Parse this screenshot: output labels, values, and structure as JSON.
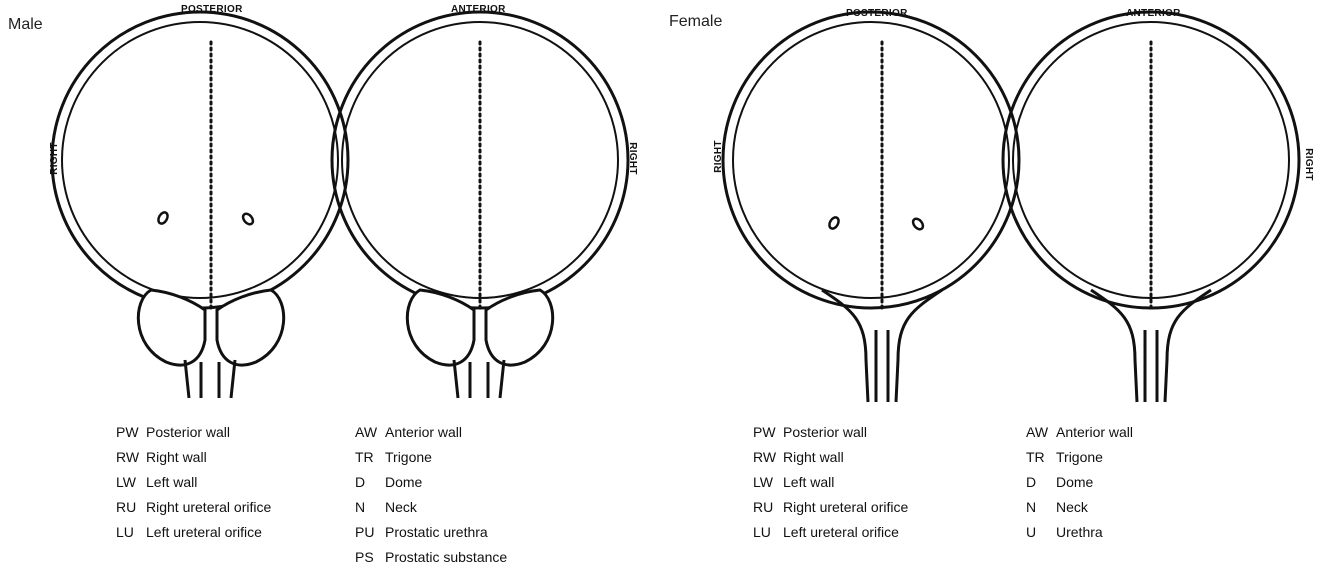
{
  "male": {
    "title": "Male",
    "posterior_label": "POSTERIOR",
    "anterior_label": "ANTERIOR",
    "right_label_left": "RIGHT",
    "right_label_right": "RIGHT",
    "legend_left": [
      {
        "abbr": "PW",
        "text": "Posterior wall"
      },
      {
        "abbr": "RW",
        "text": "Right wall"
      },
      {
        "abbr": "LW",
        "text": "Left wall"
      },
      {
        "abbr": "RU",
        "text": "Right ureteral orifice"
      },
      {
        "abbr": "LU",
        "text": "Left ureteral orifice"
      }
    ],
    "legend_right": [
      {
        "abbr": "AW",
        "text": "Anterior wall"
      },
      {
        "abbr": "TR",
        "text": "Trigone"
      },
      {
        "abbr": "D",
        "text": "Dome"
      },
      {
        "abbr": "N",
        "text": "Neck"
      },
      {
        "abbr": "PU",
        "text": "Prostatic urethra"
      },
      {
        "abbr": "PS",
        "text": "Prostatic substance"
      }
    ]
  },
  "female": {
    "title": "Female",
    "posterior_label": "POSTERIOR",
    "anterior_label": "ANTERIOR",
    "right_label_left": "RIGHT",
    "right_label_right": "RIGHT",
    "legend_left": [
      {
        "abbr": "PW",
        "text": "Posterior wall"
      },
      {
        "abbr": "RW",
        "text": "Right wall"
      },
      {
        "abbr": "LW",
        "text": "Left wall"
      },
      {
        "abbr": "RU",
        "text": "Right ureteral orifice"
      },
      {
        "abbr": "LU",
        "text": "Left ureteral orifice"
      }
    ],
    "legend_right": [
      {
        "abbr": "AW",
        "text": "Anterior wall"
      },
      {
        "abbr": "TR",
        "text": "Trigone"
      },
      {
        "abbr": "D",
        "text": "Dome"
      },
      {
        "abbr": "N",
        "text": "Neck"
      },
      {
        "abbr": "U",
        "text": "Urethra"
      }
    ]
  }
}
